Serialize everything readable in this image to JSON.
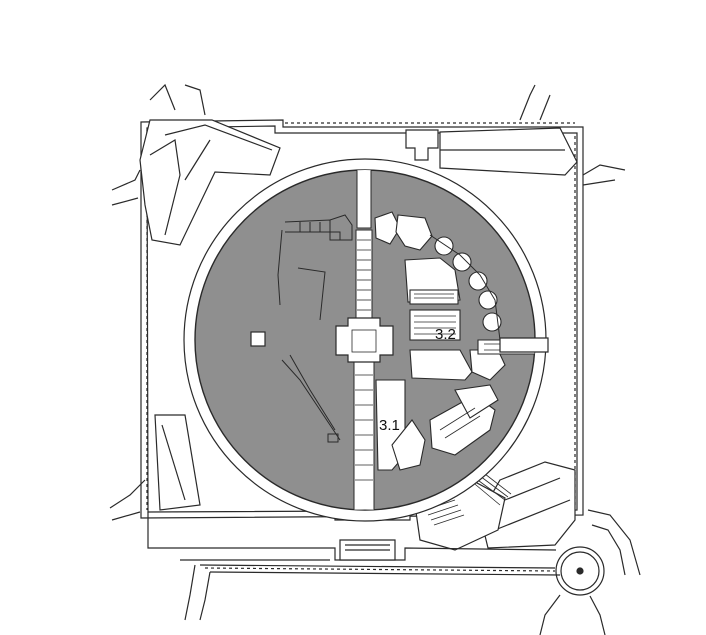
{
  "diagram": {
    "type": "architectural floor plan",
    "labels": [
      {
        "id": "3.2",
        "text": "3.2"
      },
      {
        "id": "3.1",
        "text": "3.1"
      }
    ]
  },
  "colors": {
    "background": "#ffffff",
    "disc_fill": "#8f8f8f",
    "line": "#2a2a2a",
    "room_fill": "#ffffff"
  }
}
